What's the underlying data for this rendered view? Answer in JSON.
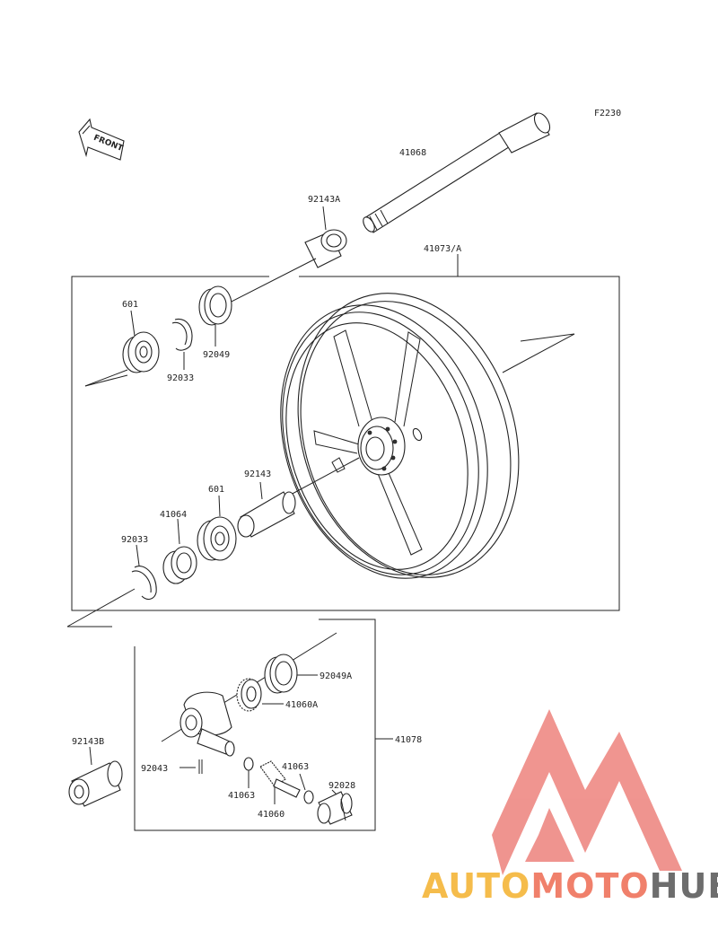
{
  "figure_code": "F2230",
  "front_label": "FRONT",
  "parts": {
    "p41068": "41068",
    "p92143A": "92143A",
    "p41073A": "41073/A",
    "p601_top": "601",
    "p92033_top": "92033",
    "p92049": "92049",
    "p92143": "92143",
    "p601_mid": "601",
    "p41064": "41064",
    "p92033_mid": "92033",
    "p92049A": "92049A",
    "p41060A": "41060A",
    "p41078": "41078",
    "p92143B": "92143B",
    "p92043": "92043",
    "p41063_l": "41063",
    "p41063_r": "41063",
    "p92028": "92028",
    "p41060": "41060"
  },
  "watermark": {
    "part1": "AUTO",
    "part2": "MOTO",
    "part3": "HUB",
    "color_light": "#f5b942",
    "color_mid": "#f07a64",
    "color_dark": "#666666",
    "logo_color": "#ef8f8a"
  }
}
